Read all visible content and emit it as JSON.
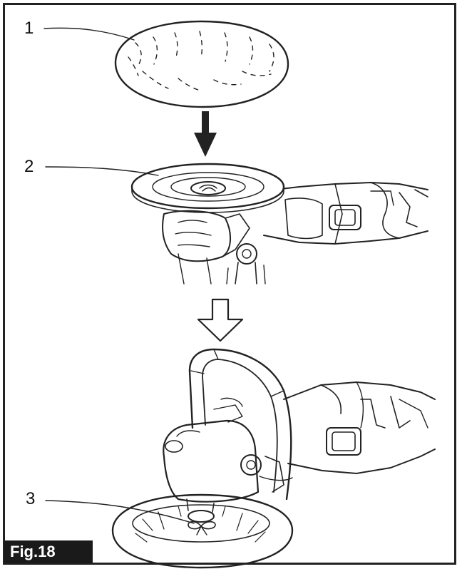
{
  "figure": {
    "label": "Fig.18"
  },
  "callouts": [
    {
      "number": "1",
      "target": "polishing-bonnet"
    },
    {
      "number": "2",
      "target": "backing-pad"
    },
    {
      "number": "3",
      "target": "tie-string"
    }
  ]
}
